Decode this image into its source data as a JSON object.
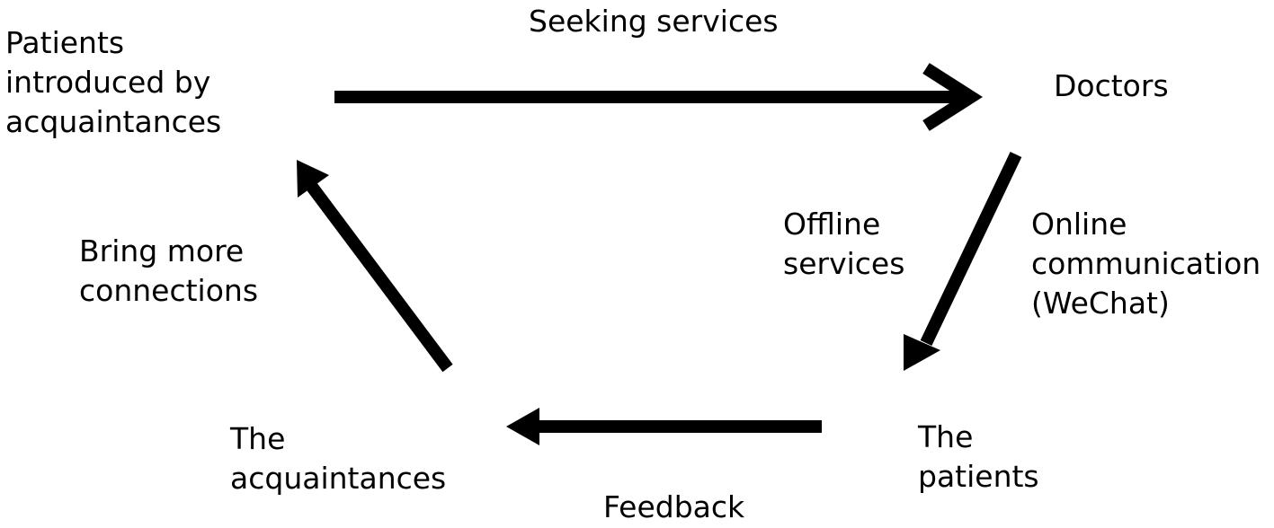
{
  "nodes": {
    "patients_introduced": [
      "Patients",
      "introduced by",
      "acquaintances"
    ],
    "doctors": [
      "Doctors"
    ],
    "patients": [
      "The",
      "patients"
    ],
    "acquaintances": [
      "The",
      "acquaintances"
    ]
  },
  "edges": {
    "seeking_services": [
      "Seeking services"
    ],
    "offline_services": [
      "Offline",
      "services"
    ],
    "online_communication": [
      "Online",
      "communication",
      "(WeChat)"
    ],
    "feedback": [
      "Feedback"
    ],
    "bring_more_connections": [
      "Bring more",
      "connections"
    ]
  },
  "colors": {
    "arrow": "#000000",
    "text": "#000000",
    "background": "#ffffff"
  }
}
